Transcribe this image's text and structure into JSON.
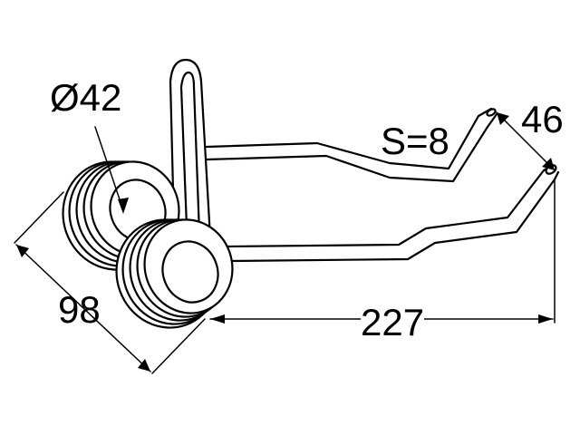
{
  "labels": {
    "diameter": "Ø42",
    "thickness": "S=8",
    "width": "46",
    "height": "98",
    "length": "227"
  },
  "colors": {
    "line": "#000000",
    "background": "#ffffff"
  }
}
